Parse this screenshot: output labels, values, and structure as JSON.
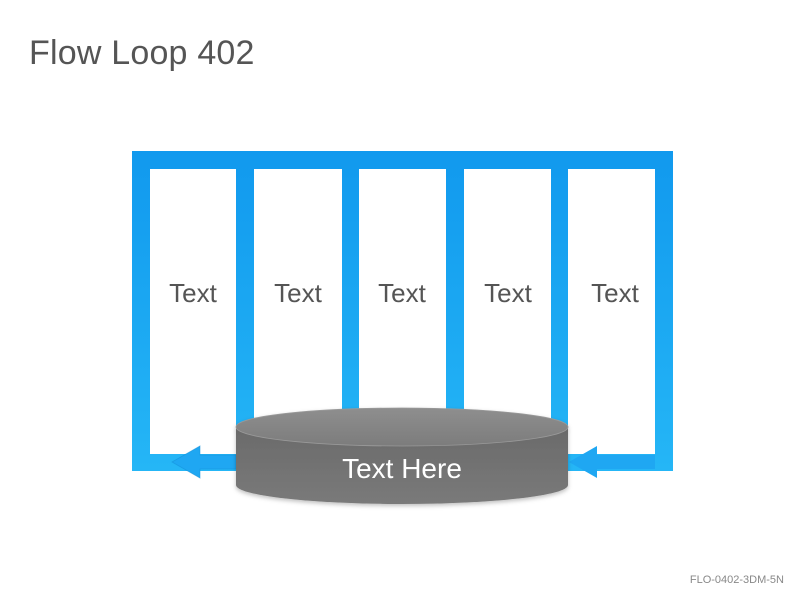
{
  "slide": {
    "title": "Flow Loop 402",
    "footer_code": "FLO-0402-3DM-5N"
  },
  "diagram": {
    "columns": [
      {
        "label": "Text"
      },
      {
        "label": "Text"
      },
      {
        "label": "Text"
      },
      {
        "label": "Text"
      },
      {
        "label": "Text"
      }
    ],
    "center_label": "Text Here",
    "colors": {
      "loop_blue_top": "#1199EE",
      "loop_blue_bottom": "#22B4F5",
      "cylinder_body": "#6F6F6F",
      "cylinder_top": "#8A8A8A",
      "text_gray": "#555555"
    }
  }
}
